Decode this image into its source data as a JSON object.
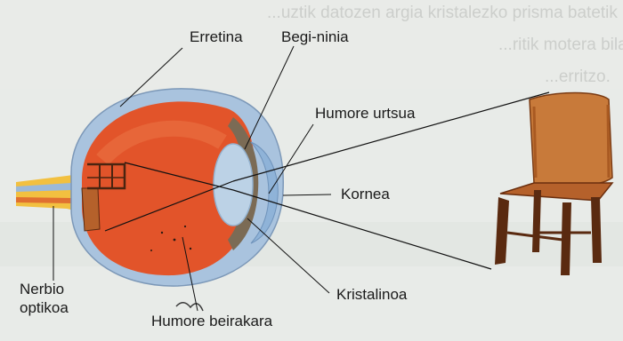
{
  "background_text": {
    "line1": "...uztik datozen argia kristalezko prisma batetik",
    "line2": "...ritik motera bilarteko kolore ziren. Sortzuko",
    "line3": "...erritzo."
  },
  "labels": {
    "retina": "Erretina",
    "iris": "Begi-ninia",
    "aqueous_humor": "Humore urtsua",
    "cornea": "Kornea",
    "optic_nerve_line1": "Nerbio",
    "optic_nerve_line2": "optikoa",
    "lens": "Kristalinoa",
    "vitreous_humor": "Humore beirakara"
  },
  "colors": {
    "eye_red": "#e2542a",
    "sclera": "#a9c3de",
    "lens": "#bcd2e6",
    "chair_wood": "#b5612b"
  }
}
